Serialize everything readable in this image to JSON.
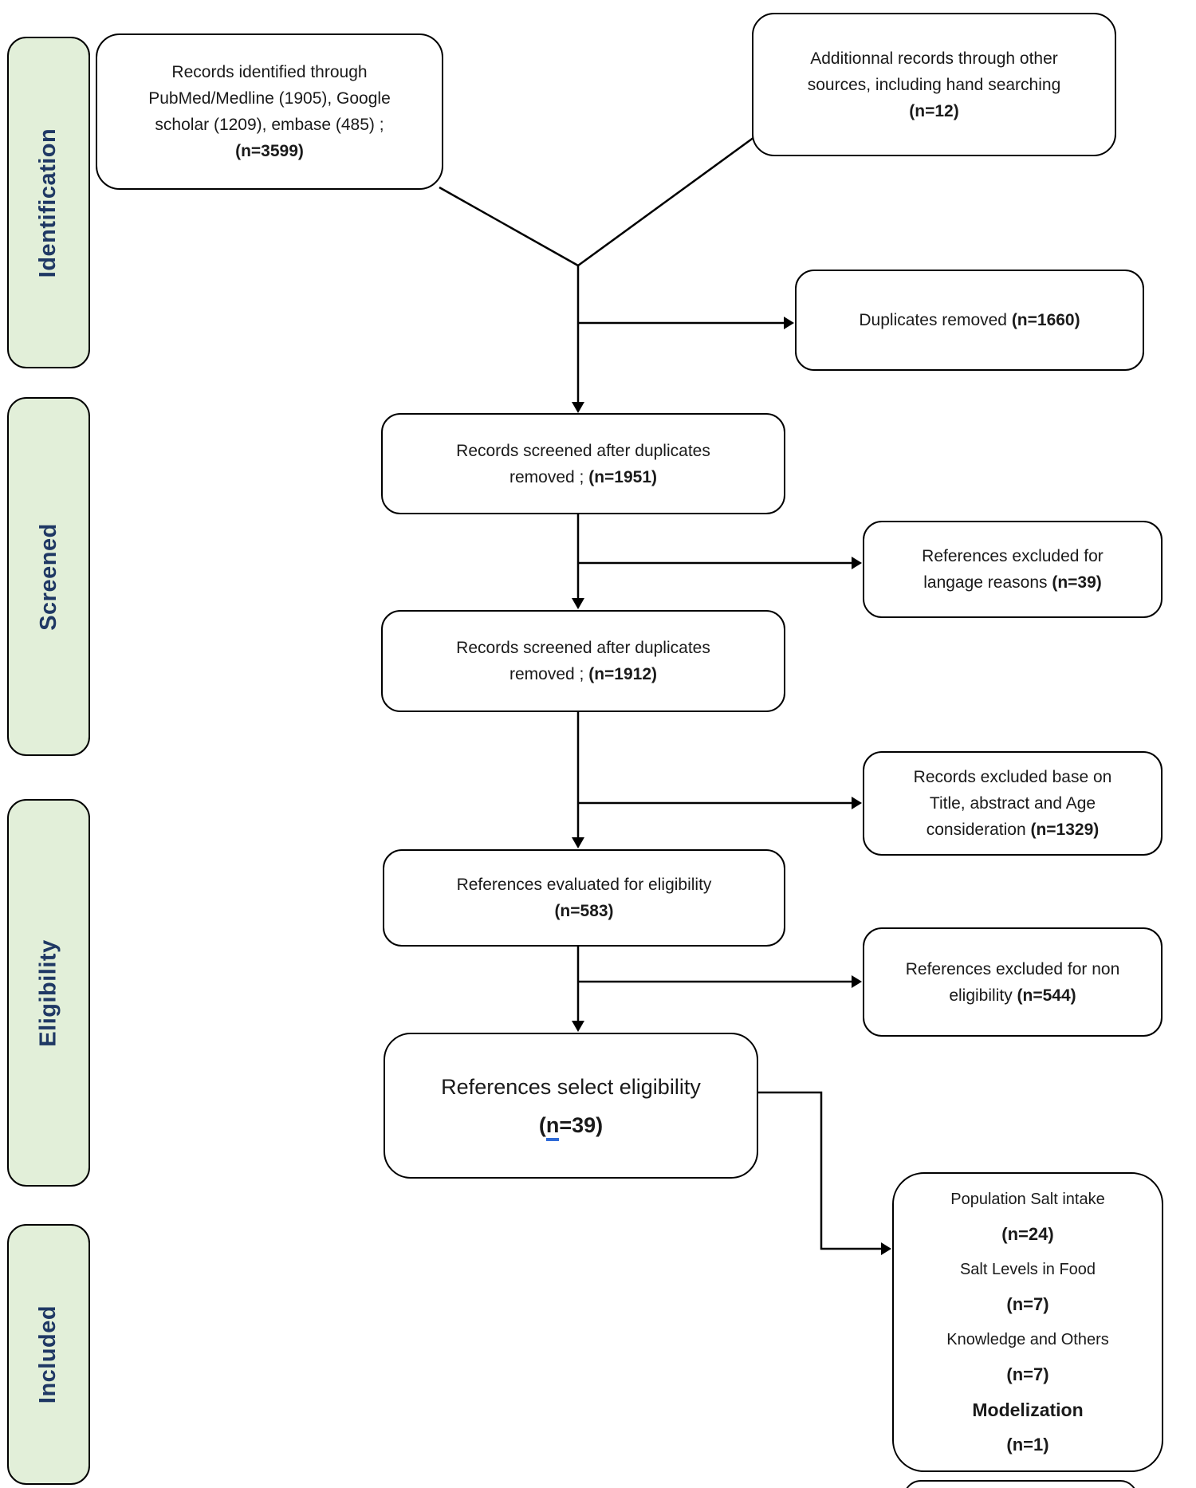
{
  "colors": {
    "stage_fill": "#e2efd9",
    "stage_text": "#1f3864",
    "box_border": "#000000",
    "text": "#1a1a1a",
    "spellcheck_underline": "#2f6bd7"
  },
  "stages": [
    {
      "label": "Identification"
    },
    {
      "label": "Screened"
    },
    {
      "label": "Eligibility"
    },
    {
      "label": "Included"
    }
  ],
  "boxes": {
    "identified": {
      "l1": "Records identified through",
      "l2": "PubMed/Medline (1905), Google",
      "l3": "scholar (1209), embase (485) ;",
      "n": "(n=3599)"
    },
    "additional": {
      "l1": "Additionnal records through other",
      "l2": "sources, including hand searching",
      "n": "(n=12)"
    },
    "duplicates": {
      "text": "Duplicates removed ",
      "n": "(n=1660)"
    },
    "screened_first": {
      "l1": "Records screened after duplicates",
      "l2": "removed ; ",
      "n": "(n=1951)"
    },
    "excluded_language": {
      "l1": "References excluded for",
      "l2": "langage reasons ",
      "n": "(n=39)"
    },
    "screened_second": {
      "l1": "Records screened after duplicates",
      "l2": "removed ; ",
      "n": "(n=1912)"
    },
    "excluded_title": {
      "l1": "Records excluded base on",
      "l2": "Title, abstract and Age",
      "l3": "consideration ",
      "n": "(n=1329)"
    },
    "evaluated": {
      "l1": "References evaluated for eligibility",
      "n": "(n=583)"
    },
    "excluded_eligibility": {
      "l1": "References excluded for non",
      "l2": "eligibility ",
      "n": "(n=544)"
    },
    "selected": {
      "l1": "References select eligibility",
      "paren_open": "(",
      "n_letter": "n",
      "n_rest": "=39)"
    },
    "included_categories": {
      "cat1": "Population Salt intake",
      "n1": "(n=24)",
      "cat2": "Salt Levels in Food",
      "n2": "(n=7)",
      "cat3": "Knowledge and Others",
      "n3": "(n=7)",
      "cat4": "Modelization",
      "n4": "(n=1)"
    }
  }
}
